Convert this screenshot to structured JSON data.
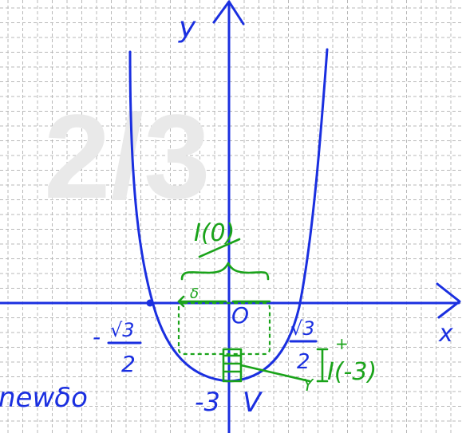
{
  "watermark": {
    "text": "2/3"
  },
  "axes": {
    "x_label": "x",
    "y_label": "y"
  },
  "annotations": {
    "origin": "O",
    "y_intercept": "-3",
    "vertex": "V",
    "left_root_sign": "-",
    "left_root_num": "√3",
    "left_root_den": "2",
    "right_root_num": "√3",
    "right_root_den": "2",
    "interval_label": "I(0)",
    "interval_width": "δ",
    "interval_right": "I(-3)",
    "interval_right_super": "+",
    "interval_right_sub": "Y",
    "word_fragment": "newδo"
  },
  "colors": {
    "ink_blue": "#1a2fe0",
    "ink_green": "#1aa31a",
    "grid": "#b8b8b8",
    "watermark": "#e9e9e9"
  }
}
